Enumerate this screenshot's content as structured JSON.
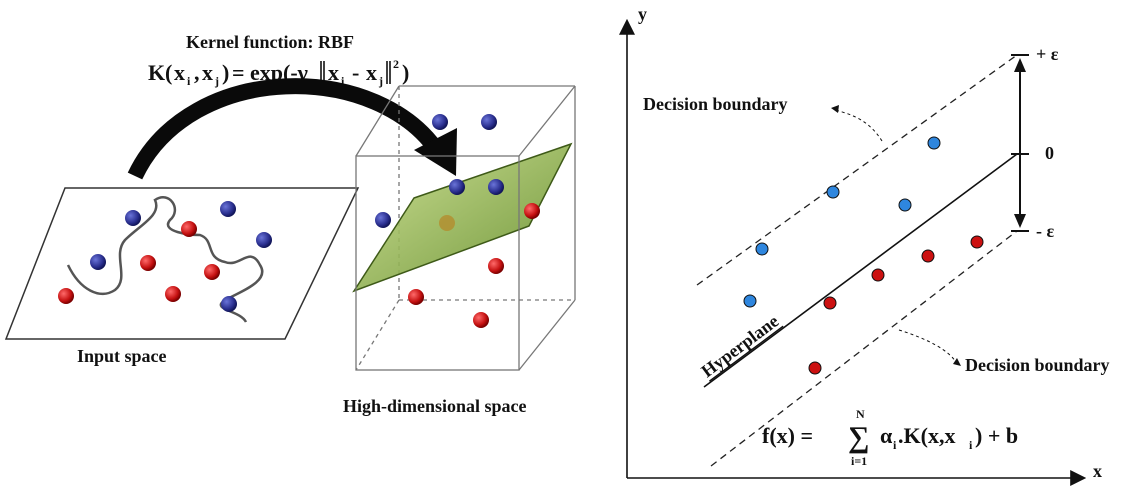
{
  "left_diagram": {
    "kernel_title": "Kernel function: RBF",
    "kernel_formula": {
      "K": "K",
      "i": "i",
      "j": "j",
      "exp": "exp(-γ",
      "x": "x",
      "minus": "-",
      "sq": "2"
    },
    "input_label": "Input space",
    "high_label": "High-dimensional space"
  },
  "right_diagram": {
    "y_axis_label": "y",
    "x_axis_label": "x",
    "plus_eps": "+ ε",
    "zero": "0",
    "minus_eps": "- ε",
    "decision_boundary_top": "Decision boundary",
    "decision_boundary_bottom": "Decision boundary",
    "hyperplane": "Hyperplane",
    "formula": {
      "lhs": "f(x) = ",
      "sum": "∑",
      "upper": "N",
      "lower": "i=1",
      "alpha": "α",
      "sub_i": "i",
      "rhs_a": ".K(x,x",
      "rhs_b": ") + b"
    }
  },
  "colors": {
    "red_point": "#cc1111",
    "blue_point": "#2a2f8f",
    "light_blue_point": "#2e86de",
    "plane_green": "#7fa63a"
  }
}
